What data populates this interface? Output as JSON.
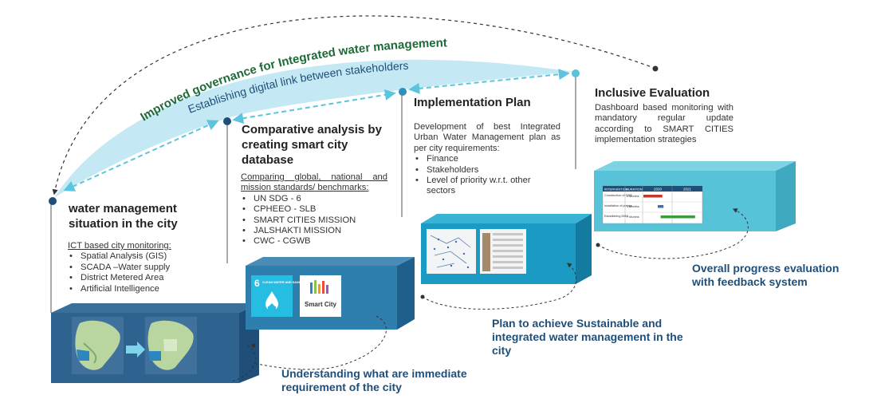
{
  "banner": {
    "governance_label": "Improved governance for Integrated water management",
    "digital_link_label": "Establishing digital link between stakeholders"
  },
  "steps": [
    {
      "title": "water management situation in the city",
      "intro": "ICT based city monitoring:",
      "items": [
        "Spatial Analysis (GIS)",
        "SCADA –Water supply",
        "District Metered Area",
        "Artificial Intelligence"
      ],
      "caption": "Understanding what are immediate requirement of the city"
    },
    {
      "title": "Comparative analysis by creating smart city database",
      "intro": "Comparing global, national and mission standards/ benchmarks:",
      "items": [
        "UN SDG - 6",
        "CPHEEO - SLB",
        "SMART CITIES MISSION",
        "JALSHAKTI MISSION",
        "CWC - CGWB"
      ],
      "caption": ""
    },
    {
      "title": "Implementation Plan",
      "intro": "Development of best Integrated Urban Water Management plan as per city requirements:",
      "items": [
        "Finance",
        "Stakeholders",
        "Level of priority w.r.t. other sectors"
      ],
      "caption": "Plan to achieve Sustainable and integrated water management in the city"
    },
    {
      "title": "Inclusive Evaluation",
      "intro": "Dashboard based monitoring with mandatory regular update according to SMART CITIES implementation strategies",
      "items": [],
      "caption": "Overall progress evaluation with feedback system"
    }
  ],
  "sdg_logo": {
    "number": "6",
    "text": "CLEAN WATER AND SANITATION"
  },
  "smartcity_logo": {
    "text": "Smart City"
  },
  "gantt": {
    "headers": [
      "INTERVENTION",
      "DURATION",
      "2020",
      "2021"
    ],
    "rows": [
      {
        "name": "Construction of GSR",
        "duration": "4 Months",
        "start": 0.0,
        "length": 0.33
      },
      {
        "name": "Installation of pumps",
        "duration": "1 Months",
        "start": 0.25,
        "length": 0.1
      },
      {
        "name": "Establishing DMA",
        "duration": "7 Months",
        "start": 0.3,
        "length": 0.6
      }
    ]
  },
  "colors": {
    "arc_fill": "#C5E8F5",
    "dashed_arrow": "#5BC4DE",
    "box1_top": "#3A6F9A",
    "box1_front": "#2E6390",
    "box1_side": "#1F4E79",
    "box2_front": "#2F7FAE",
    "box3_front": "#1B9BC4",
    "box4_front": "#57C3D8",
    "heading_green": "#1E6B38",
    "caption_blue": "#1F4E79"
  }
}
